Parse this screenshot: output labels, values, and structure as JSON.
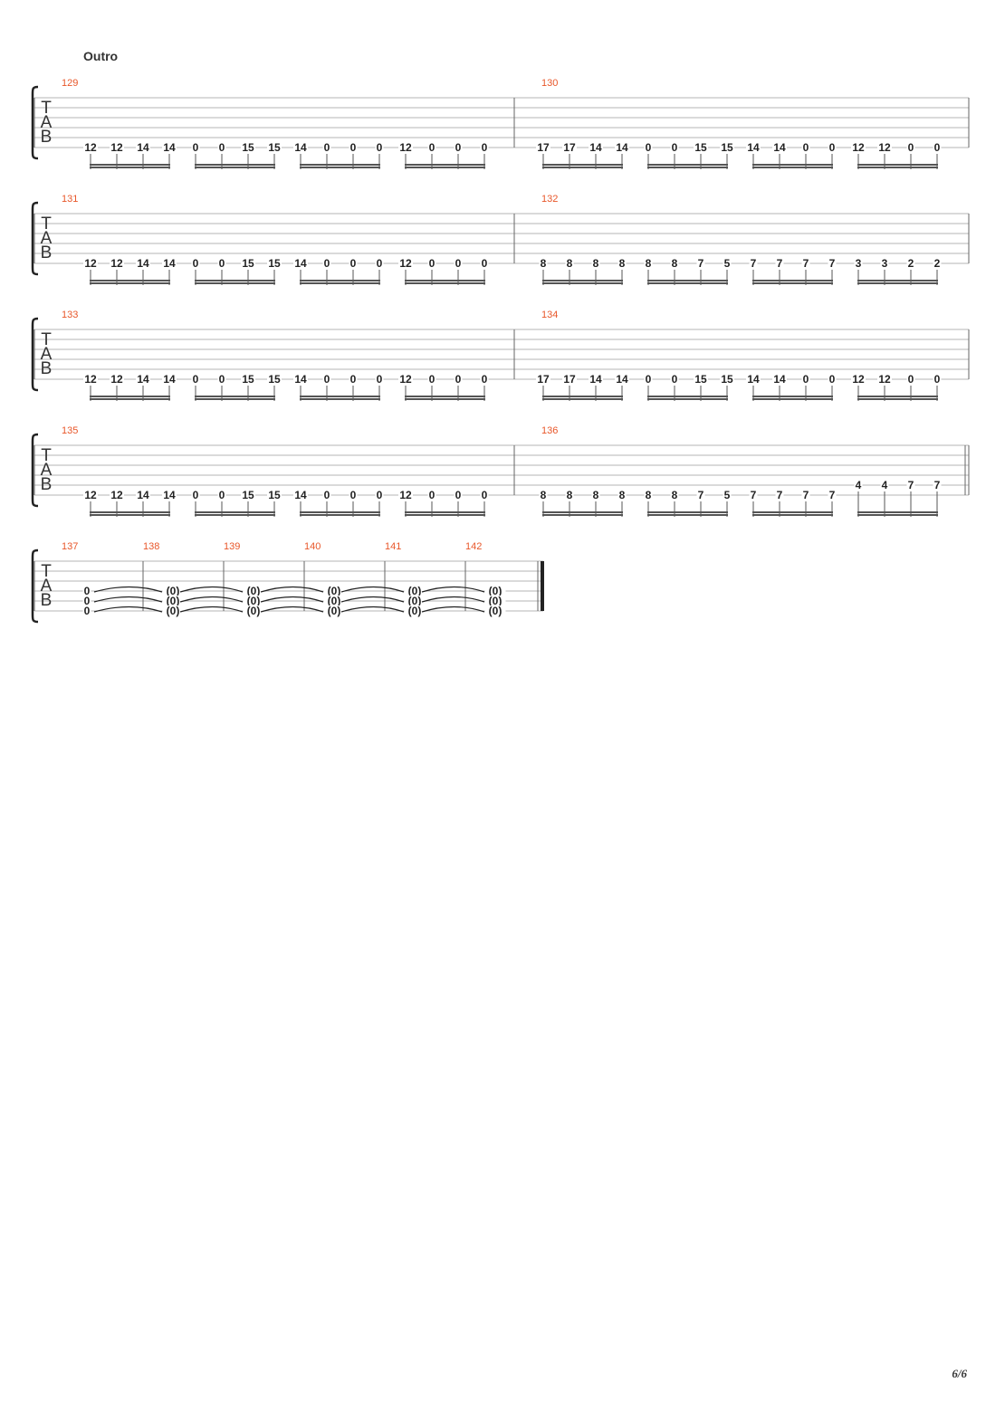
{
  "section_title": "Outro",
  "page_number": "6/6",
  "colors": {
    "measure_number": "#e8572a",
    "staff_line": "#b5b5b5",
    "notes": "#222222"
  },
  "clef_letters": [
    "T",
    "A",
    "B"
  ],
  "systems": [
    {
      "measures": [
        {
          "number": "129",
          "beams": [
            {
              "notes": [
                {
                  "fret": "12",
                  "string": 6
                },
                {
                  "fret": "12",
                  "string": 6
                },
                {
                  "fret": "14",
                  "string": 6
                },
                {
                  "fret": "14",
                  "string": 6
                }
              ]
            },
            {
              "notes": [
                {
                  "fret": "0",
                  "string": 6
                },
                {
                  "fret": "0",
                  "string": 6
                },
                {
                  "fret": "15",
                  "string": 6
                },
                {
                  "fret": "15",
                  "string": 6
                }
              ]
            },
            {
              "notes": [
                {
                  "fret": "14",
                  "string": 6
                },
                {
                  "fret": "0",
                  "string": 6
                },
                {
                  "fret": "0",
                  "string": 6
                },
                {
                  "fret": "0",
                  "string": 6
                }
              ]
            },
            {
              "notes": [
                {
                  "fret": "12",
                  "string": 6
                },
                {
                  "fret": "0",
                  "string": 6
                },
                {
                  "fret": "0",
                  "string": 6
                },
                {
                  "fret": "0",
                  "string": 6
                }
              ]
            }
          ]
        },
        {
          "number": "130",
          "beams": [
            {
              "notes": [
                {
                  "fret": "17",
                  "string": 6
                },
                {
                  "fret": "17",
                  "string": 6
                },
                {
                  "fret": "14",
                  "string": 6
                },
                {
                  "fret": "14",
                  "string": 6
                }
              ]
            },
            {
              "notes": [
                {
                  "fret": "0",
                  "string": 6
                },
                {
                  "fret": "0",
                  "string": 6
                },
                {
                  "fret": "15",
                  "string": 6
                },
                {
                  "fret": "15",
                  "string": 6
                }
              ]
            },
            {
              "notes": [
                {
                  "fret": "14",
                  "string": 6
                },
                {
                  "fret": "14",
                  "string": 6
                },
                {
                  "fret": "0",
                  "string": 6
                },
                {
                  "fret": "0",
                  "string": 6
                }
              ]
            },
            {
              "notes": [
                {
                  "fret": "12",
                  "string": 6
                },
                {
                  "fret": "12",
                  "string": 6
                },
                {
                  "fret": "0",
                  "string": 6
                },
                {
                  "fret": "0",
                  "string": 6
                }
              ]
            }
          ]
        }
      ]
    },
    {
      "measures": [
        {
          "number": "131",
          "beams": [
            {
              "notes": [
                {
                  "fret": "12",
                  "string": 6
                },
                {
                  "fret": "12",
                  "string": 6
                },
                {
                  "fret": "14",
                  "string": 6
                },
                {
                  "fret": "14",
                  "string": 6
                }
              ]
            },
            {
              "notes": [
                {
                  "fret": "0",
                  "string": 6
                },
                {
                  "fret": "0",
                  "string": 6
                },
                {
                  "fret": "15",
                  "string": 6
                },
                {
                  "fret": "15",
                  "string": 6
                }
              ]
            },
            {
              "notes": [
                {
                  "fret": "14",
                  "string": 6
                },
                {
                  "fret": "0",
                  "string": 6
                },
                {
                  "fret": "0",
                  "string": 6
                },
                {
                  "fret": "0",
                  "string": 6
                }
              ]
            },
            {
              "notes": [
                {
                  "fret": "12",
                  "string": 6
                },
                {
                  "fret": "0",
                  "string": 6
                },
                {
                  "fret": "0",
                  "string": 6
                },
                {
                  "fret": "0",
                  "string": 6
                }
              ]
            }
          ]
        },
        {
          "number": "132",
          "beams": [
            {
              "notes": [
                {
                  "fret": "8",
                  "string": 6
                },
                {
                  "fret": "8",
                  "string": 6
                },
                {
                  "fret": "8",
                  "string": 6
                },
                {
                  "fret": "8",
                  "string": 6
                }
              ]
            },
            {
              "notes": [
                {
                  "fret": "8",
                  "string": 6
                },
                {
                  "fret": "8",
                  "string": 6
                },
                {
                  "fret": "7",
                  "string": 6
                },
                {
                  "fret": "5",
                  "string": 6
                }
              ]
            },
            {
              "notes": [
                {
                  "fret": "7",
                  "string": 6
                },
                {
                  "fret": "7",
                  "string": 6
                },
                {
                  "fret": "7",
                  "string": 6
                },
                {
                  "fret": "7",
                  "string": 6
                }
              ]
            },
            {
              "notes": [
                {
                  "fret": "3",
                  "string": 6
                },
                {
                  "fret": "3",
                  "string": 6
                },
                {
                  "fret": "2",
                  "string": 6
                },
                {
                  "fret": "2",
                  "string": 6
                }
              ]
            }
          ]
        }
      ]
    },
    {
      "measures": [
        {
          "number": "133",
          "beams": [
            {
              "notes": [
                {
                  "fret": "12",
                  "string": 6
                },
                {
                  "fret": "12",
                  "string": 6
                },
                {
                  "fret": "14",
                  "string": 6
                },
                {
                  "fret": "14",
                  "string": 6
                }
              ]
            },
            {
              "notes": [
                {
                  "fret": "0",
                  "string": 6
                },
                {
                  "fret": "0",
                  "string": 6
                },
                {
                  "fret": "15",
                  "string": 6
                },
                {
                  "fret": "15",
                  "string": 6
                }
              ]
            },
            {
              "notes": [
                {
                  "fret": "14",
                  "string": 6
                },
                {
                  "fret": "0",
                  "string": 6
                },
                {
                  "fret": "0",
                  "string": 6
                },
                {
                  "fret": "0",
                  "string": 6
                }
              ]
            },
            {
              "notes": [
                {
                  "fret": "12",
                  "string": 6
                },
                {
                  "fret": "0",
                  "string": 6
                },
                {
                  "fret": "0",
                  "string": 6
                },
                {
                  "fret": "0",
                  "string": 6
                }
              ]
            }
          ]
        },
        {
          "number": "134",
          "beams": [
            {
              "notes": [
                {
                  "fret": "17",
                  "string": 6
                },
                {
                  "fret": "17",
                  "string": 6
                },
                {
                  "fret": "14",
                  "string": 6
                },
                {
                  "fret": "14",
                  "string": 6
                }
              ]
            },
            {
              "notes": [
                {
                  "fret": "0",
                  "string": 6
                },
                {
                  "fret": "0",
                  "string": 6
                },
                {
                  "fret": "15",
                  "string": 6
                },
                {
                  "fret": "15",
                  "string": 6
                }
              ]
            },
            {
              "notes": [
                {
                  "fret": "14",
                  "string": 6
                },
                {
                  "fret": "14",
                  "string": 6
                },
                {
                  "fret": "0",
                  "string": 6
                },
                {
                  "fret": "0",
                  "string": 6
                }
              ]
            },
            {
              "notes": [
                {
                  "fret": "12",
                  "string": 6
                },
                {
                  "fret": "12",
                  "string": 6
                },
                {
                  "fret": "0",
                  "string": 6
                },
                {
                  "fret": "0",
                  "string": 6
                }
              ]
            }
          ]
        }
      ]
    },
    {
      "measures": [
        {
          "number": "135",
          "beams": [
            {
              "notes": [
                {
                  "fret": "12",
                  "string": 6
                },
                {
                  "fret": "12",
                  "string": 6
                },
                {
                  "fret": "14",
                  "string": 6
                },
                {
                  "fret": "14",
                  "string": 6
                }
              ]
            },
            {
              "notes": [
                {
                  "fret": "0",
                  "string": 6
                },
                {
                  "fret": "0",
                  "string": 6
                },
                {
                  "fret": "15",
                  "string": 6
                },
                {
                  "fret": "15",
                  "string": 6
                }
              ]
            },
            {
              "notes": [
                {
                  "fret": "14",
                  "string": 6
                },
                {
                  "fret": "0",
                  "string": 6
                },
                {
                  "fret": "0",
                  "string": 6
                },
                {
                  "fret": "0",
                  "string": 6
                }
              ]
            },
            {
              "notes": [
                {
                  "fret": "12",
                  "string": 6
                },
                {
                  "fret": "0",
                  "string": 6
                },
                {
                  "fret": "0",
                  "string": 6
                },
                {
                  "fret": "0",
                  "string": 6
                }
              ]
            }
          ]
        },
        {
          "number": "136",
          "double_bar_end": true,
          "beams": [
            {
              "notes": [
                {
                  "fret": "8",
                  "string": 6
                },
                {
                  "fret": "8",
                  "string": 6
                },
                {
                  "fret": "8",
                  "string": 6
                },
                {
                  "fret": "8",
                  "string": 6
                }
              ]
            },
            {
              "notes": [
                {
                  "fret": "8",
                  "string": 6
                },
                {
                  "fret": "8",
                  "string": 6
                },
                {
                  "fret": "7",
                  "string": 6
                },
                {
                  "fret": "5",
                  "string": 6
                }
              ]
            },
            {
              "notes": [
                {
                  "fret": "7",
                  "string": 6
                },
                {
                  "fret": "7",
                  "string": 6
                },
                {
                  "fret": "7",
                  "string": 6
                },
                {
                  "fret": "7",
                  "string": 6
                }
              ]
            },
            {
              "notes": [
                {
                  "fret": "4",
                  "string": 5
                },
                {
                  "fret": "4",
                  "string": 5
                },
                {
                  "fret": "7",
                  "string": 5
                },
                {
                  "fret": "7",
                  "string": 5
                }
              ]
            }
          ]
        }
      ]
    }
  ],
  "final_system": {
    "chord_strings": [
      4,
      5,
      6
    ],
    "measures": [
      {
        "number": "137",
        "chord": "0",
        "tied": false
      },
      {
        "number": "138",
        "chord": "(0)",
        "tied": true
      },
      {
        "number": "139",
        "chord": "(0)",
        "tied": true
      },
      {
        "number": "140",
        "chord": "(0)",
        "tied": true
      },
      {
        "number": "141",
        "chord": "(0)",
        "tied": true
      },
      {
        "number": "142",
        "chord": "(0)",
        "tied": true,
        "final_bar": true
      }
    ]
  }
}
